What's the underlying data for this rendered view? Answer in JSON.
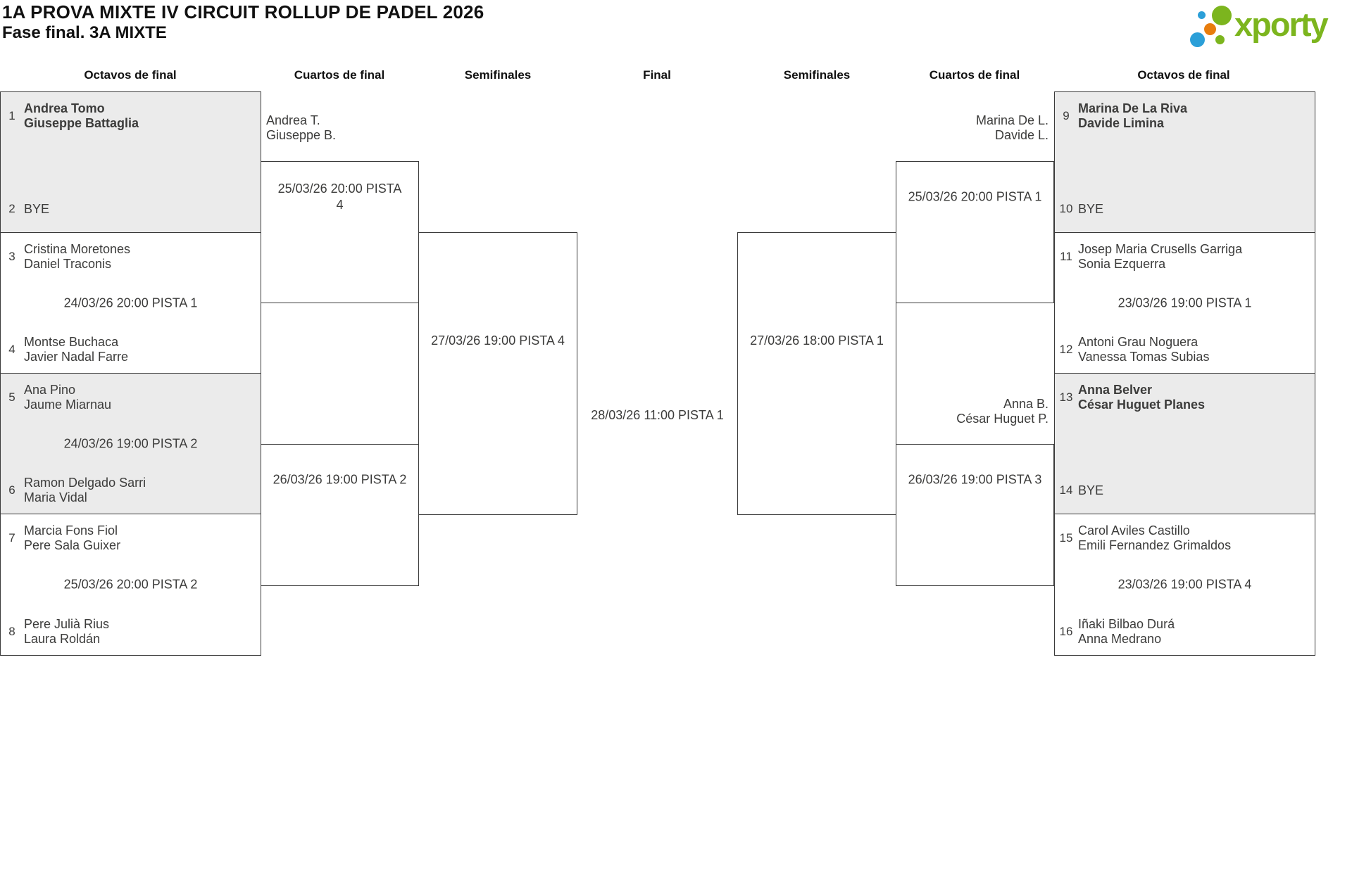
{
  "header": {
    "title": "1A PROVA MIXTE IV CIRCUIT ROLLUP DE PADEL 2026",
    "subtitle": "Fase final. 3A MIXTE"
  },
  "logo": {
    "brand": "xporty",
    "colors": {
      "green": "#7cb51e",
      "blue": "#2b9fd8",
      "orange": "#e87d0d"
    }
  },
  "colors": {
    "stripe_gray": "#ebebeb",
    "border": "#3a3a3a",
    "text": "#3c3c3b"
  },
  "round_headers": [
    {
      "label": "Octavos de final"
    },
    {
      "label": "Cuartos de final"
    },
    {
      "label": "Semifinales"
    },
    {
      "label": "Final"
    },
    {
      "label": "Semifinales"
    },
    {
      "label": "Cuartos de final"
    },
    {
      "label": "Octavos de final"
    }
  ],
  "bracket": {
    "r16_left": [
      {
        "schedule": "",
        "slots": [
          {
            "seed": "1",
            "players": [
              "Andrea Tomo",
              "Giuseppe Battaglia"
            ]
          },
          {
            "seed": "2",
            "players": [
              "BYE"
            ]
          }
        ]
      },
      {
        "schedule": "24/03/26 20:00 PISTA 1",
        "slots": [
          {
            "seed": "3",
            "players": [
              "Cristina Moretones",
              "Daniel Traconis"
            ]
          },
          {
            "seed": "4",
            "players": [
              "Montse Buchaca",
              "Javier Nadal Farre"
            ]
          }
        ]
      },
      {
        "schedule": "24/03/26 19:00 PISTA 2",
        "slots": [
          {
            "seed": "5",
            "players": [
              "Ana Pino",
              "Jaume Miarnau"
            ]
          },
          {
            "seed": "6",
            "players": [
              "Ramon Delgado Sarri",
              "Maria Vidal"
            ]
          }
        ]
      },
      {
        "schedule": "25/03/26 20:00 PISTA 2",
        "slots": [
          {
            "seed": "7",
            "players": [
              "Marcia Fons Fiol",
              "Pere Sala Guixer"
            ]
          },
          {
            "seed": "8",
            "players": [
              "Pere Julià Rius",
              "Laura Roldán"
            ]
          }
        ]
      }
    ],
    "r16_right": [
      {
        "schedule": "",
        "slots": [
          {
            "seed": "9",
            "players": [
              "Marina De La Riva",
              "Davide Limina"
            ]
          },
          {
            "seed": "10",
            "players": [
              "BYE"
            ]
          }
        ]
      },
      {
        "schedule": "23/03/26 19:00 PISTA 1",
        "slots": [
          {
            "seed": "11",
            "players": [
              "Josep Maria Crusells Garriga",
              "Sonia Ezquerra"
            ]
          },
          {
            "seed": "12",
            "players": [
              "Antoni Grau Noguera",
              "Vanessa Tomas Subias"
            ]
          }
        ]
      },
      {
        "schedule": "",
        "slots": [
          {
            "seed": "13",
            "players": [
              "Anna Belver",
              "César Huguet Planes"
            ]
          },
          {
            "seed": "14",
            "players": [
              "BYE"
            ]
          }
        ]
      },
      {
        "schedule": "23/03/26 19:00 PISTA 4",
        "slots": [
          {
            "seed": "15",
            "players": [
              "Carol Aviles Castillo",
              "Emili Fernandez Grimaldos"
            ]
          },
          {
            "seed": "16",
            "players": [
              "Iñaki Bilbao Durá",
              "Anna Medrano"
            ]
          }
        ]
      }
    ],
    "qf_left": [
      {
        "winner": [
          "Andrea T.",
          "Giuseppe B."
        ],
        "schedule": "25/03/26 20:00 PISTA\n4"
      },
      {
        "winner": [
          "",
          ""
        ],
        "schedule": "26/03/26 19:00 PISTA 2"
      }
    ],
    "qf_right": [
      {
        "winner": [
          "Marina De L.",
          "Davide L."
        ],
        "schedule": "25/03/26 20:00 PISTA 1"
      },
      {
        "winner": [
          "Anna B.",
          "César Huguet P."
        ],
        "schedule": "26/03/26 19:00 PISTA 3"
      }
    ],
    "sf_left": {
      "schedule": "27/03/26 19:00 PISTA 4"
    },
    "sf_right": {
      "schedule": "27/03/26 18:00 PISTA 1"
    },
    "final": {
      "schedule": "28/03/26 11:00 PISTA 1"
    }
  }
}
